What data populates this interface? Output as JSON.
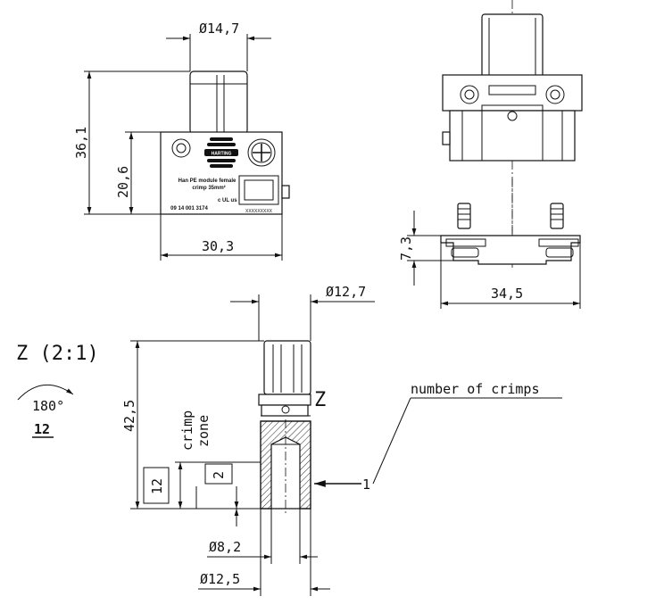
{
  "dimensions": {
    "d_14_7": "Ø14,7",
    "h_36_1": "36,1",
    "h_20_6": "20,6",
    "w_30_3": "30,3",
    "h_7_3": "7,3",
    "w_34_5": "34,5",
    "d_12_7": "Ø12,7",
    "h_42_5": "42,5",
    "d_8_2": "Ø8,2",
    "d_12_5": "Ø12,5"
  },
  "detail": {
    "view_label": "Z (2:1)",
    "z_marker": "Z",
    "rotation": "180°",
    "box_12_underlined": "12",
    "crimp_label_line1": "crimp",
    "crimp_label_line2": "zone",
    "box_12": "12",
    "box_2": "2",
    "callout_text": "number of crimps",
    "callout_number": "1"
  },
  "module_label": {
    "brand": "HARTING",
    "line1": "Han PE module female",
    "line2": "crimp 35mm²",
    "part_number": "09 14 001 3174",
    "serial": "XXXXXXXXX",
    "cert": "c UL us"
  }
}
